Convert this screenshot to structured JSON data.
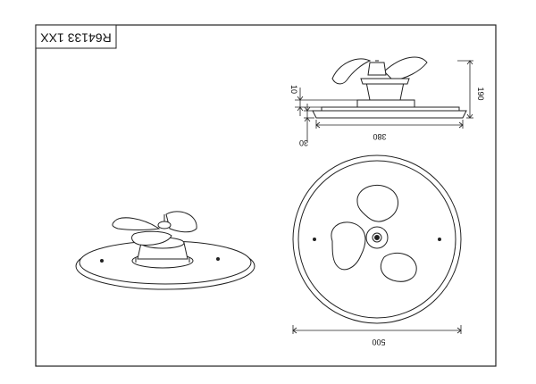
{
  "model_code": "R64133 1XX",
  "dimensions": {
    "height": "190",
    "canopy_height": "10",
    "plate_thickness": "30",
    "plate_width": "380",
    "diameter": "500"
  }
}
